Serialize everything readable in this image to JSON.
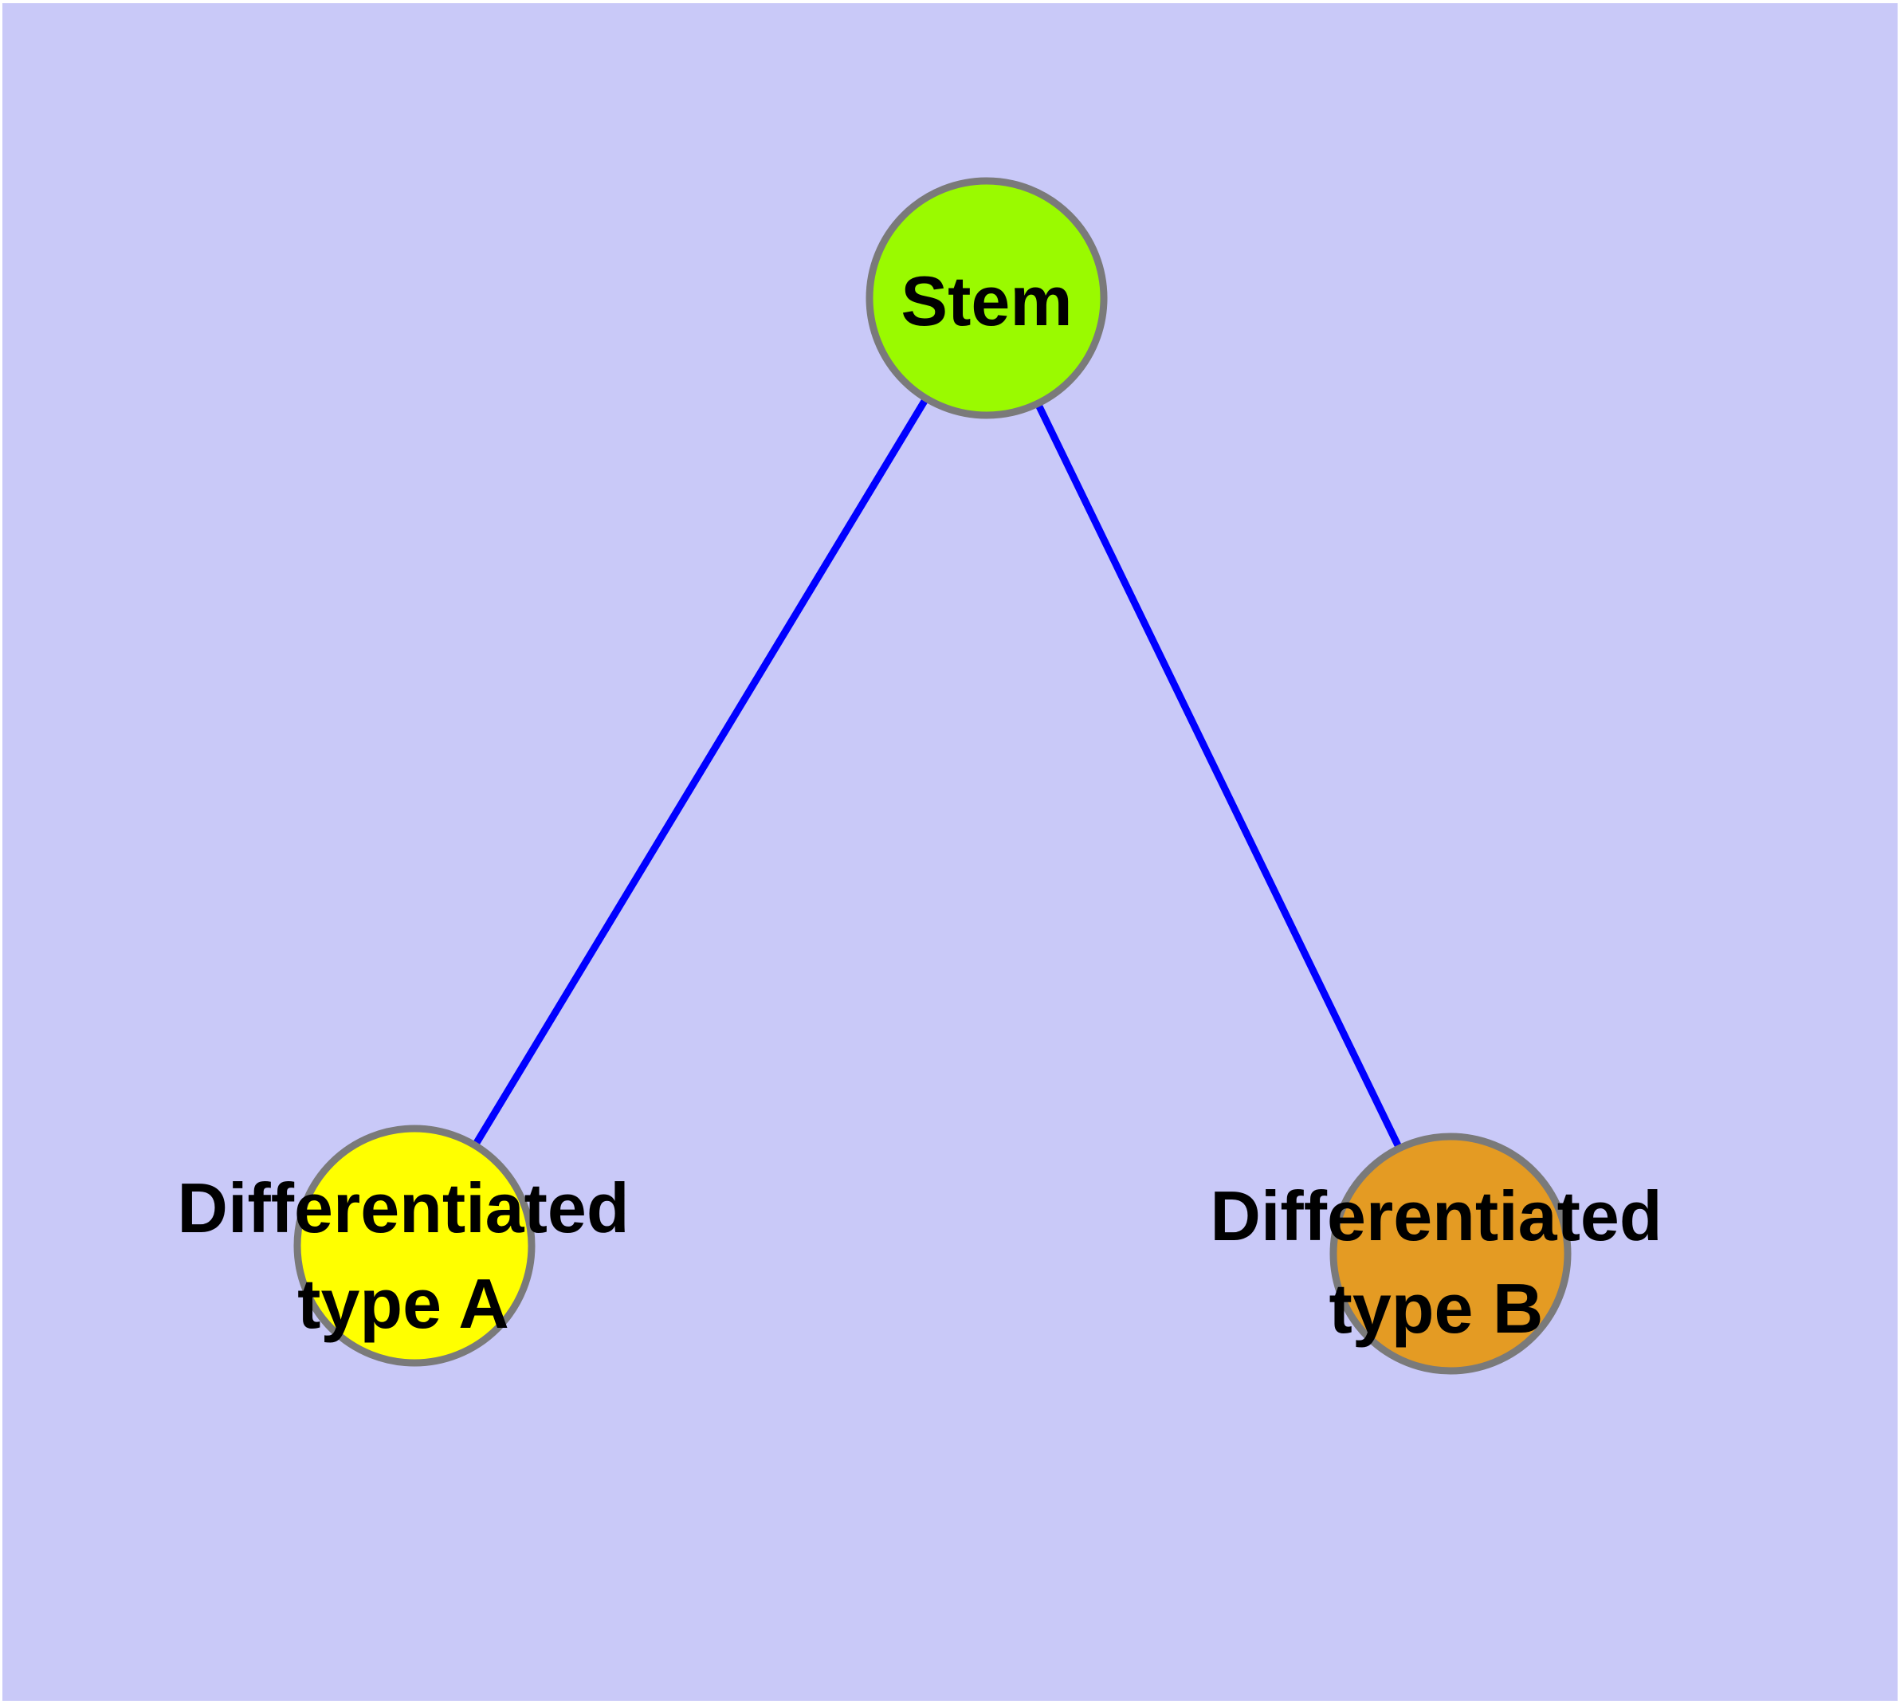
{
  "figure": {
    "type": "node-link-diagram",
    "background_color": "#C9C9F8",
    "page_margin_color": "#FFFFFF",
    "edge_color": "#0000FF",
    "node_border_color": "#7A7A7A",
    "label_color": "#000000",
    "nodes": [
      {
        "id": "stem",
        "label": "Stem",
        "label_line1": "Stem",
        "label_line2": "",
        "fill": "#9AFA00"
      },
      {
        "id": "type-a",
        "label": "Differentiated type A",
        "label_line1": "Differentiated",
        "label_line2": "type A",
        "fill": "#FFFF00"
      },
      {
        "id": "type-b",
        "label": "Differentiated type B",
        "label_line1": "Differentiated",
        "label_line2": "type B",
        "fill": "#E49B23"
      }
    ],
    "edges": [
      {
        "source": "Stem",
        "target": "Differentiated type A"
      },
      {
        "source": "Stem",
        "target": "Differentiated type B"
      }
    ]
  }
}
